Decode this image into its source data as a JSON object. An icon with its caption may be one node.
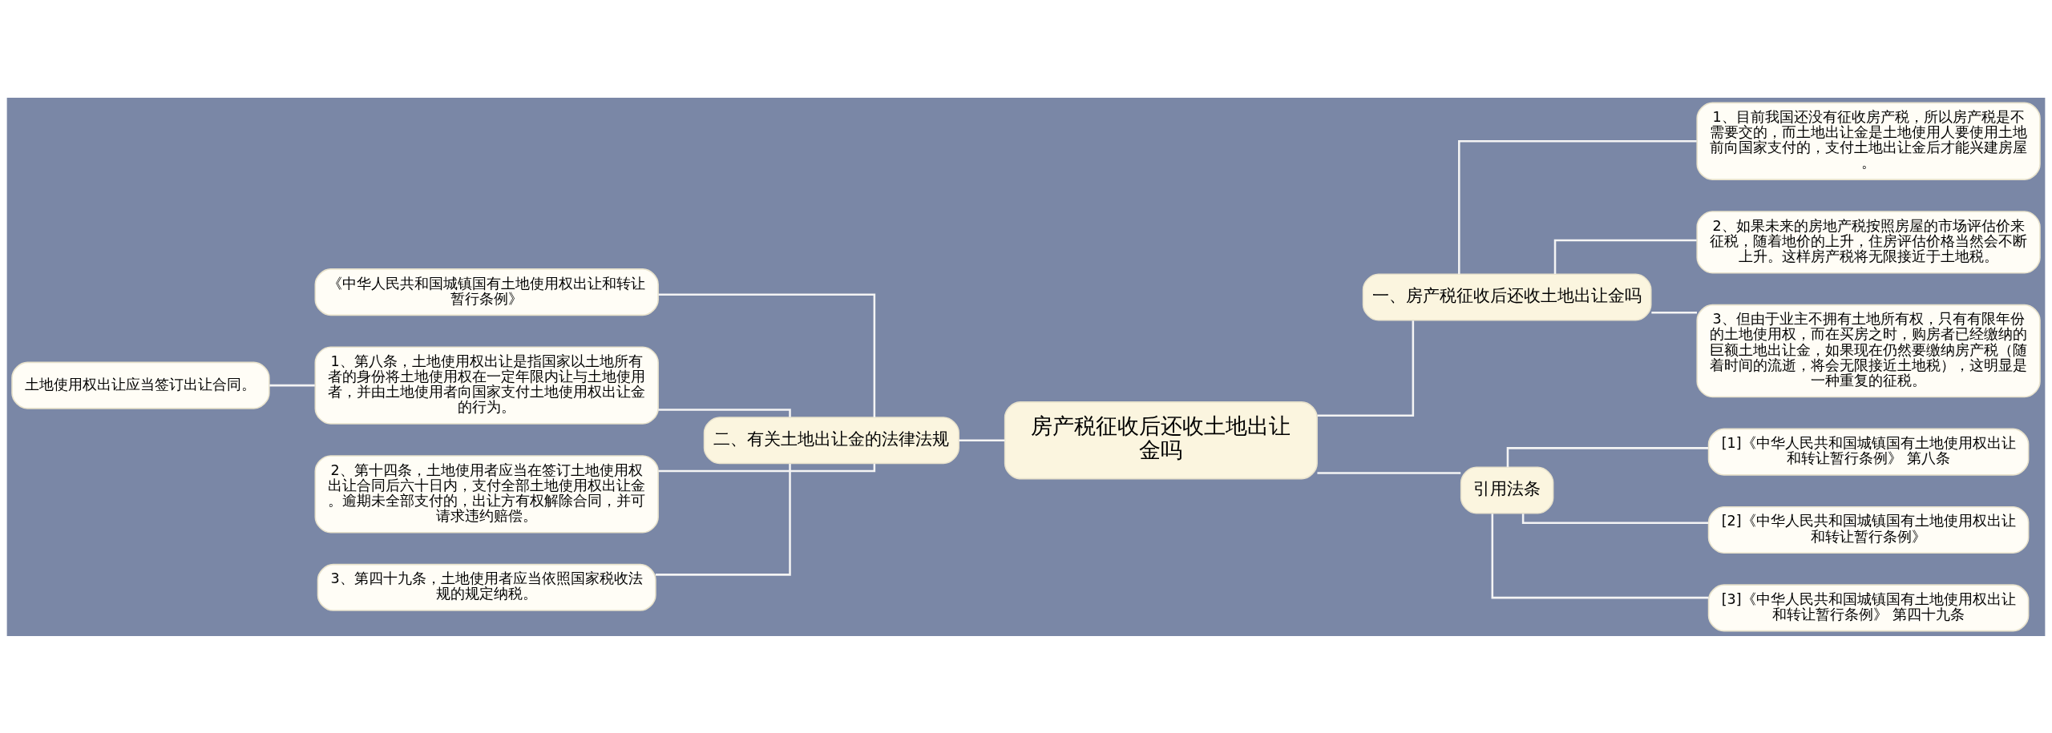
{
  "diagram": {
    "nodes": [
      {
        "text": [
          "房产税征收后还收土地出让金吗"
        ]
      },
      {
        "text": [
          "一、房产税征收后还收土地出让金吗"
        ]
      },
      {
        "text": [
          "1、目前我国还没有征收房产税，所以房产税是不需要交的，而土地出让金是土地使用人要使用土地前向国家支付的，支付土地出让金后才能兴建房屋。"
        ]
      },
      {
        "text": [
          "2、如果未来的房地产税按照房屋的市场评估价来征税，随着地价的上升，住房评估价格当然会不断上升。这样房产税将无限接近于土地税。"
        ]
      },
      {
        "text": [
          "3、但由于业主不拥有土地所有权，只有有限年份的土地使用权，而在买房之时，购房者已经缴纳的巨额土地出让金，如果现在仍然要缴纳房产税（随着时间的流逝，将会无限接近土地税），这明显是一种重复的征税。"
        ]
      },
      {
        "text": [
          "二、有关土地出让金的法律法规"
        ]
      },
      {
        "text": [
          "《中华人民共和国城镇国有土地使用权出让和转让暂行条例》"
        ]
      },
      {
        "text": [
          "1、第八条，土地使用权出让是指国家以土地所有者的身份将土地使用权在一定年限内让与土地使用者，并由土地使用者向国家支付土地使用权出让金的行为。"
        ]
      },
      {
        "text": [
          "土地使用权出让应当签订出让合同。"
        ]
      },
      {
        "text": [
          "2、第十四条，土地使用者应当在签订土地使用权出让合同后六十日内，支付全部土地使用权出让金。逾期未全部支付的，出让方有权解除合同，并可请求违约赔偿。"
        ]
      },
      {
        "text": [
          "3、第四十九条，土地使用者应当依照国家税收法规的规定纳税。"
        ]
      },
      {
        "text": [
          "引用法条"
        ]
      },
      {
        "text": [
          "[1]《中华人民共和国城镇国有土地使用权出让和转让暂行条例》 第八条"
        ]
      },
      {
        "text": [
          "[2]《中华人民共和国城镇国有土地使用权出让和转让暂行条例》"
        ]
      },
      {
        "text": [
          "[3]《中华人民共和国城镇国有土地使用权出让和转让暂行条例》 第四十九条"
        ]
      }
    ],
    "edges": [
      {
        "from": 0,
        "to": 1,
        "arrow": "none"
      },
      {
        "from": 1,
        "to": 2,
        "arrow": "none"
      },
      {
        "from": 1,
        "to": 3,
        "arrow": "none"
      },
      {
        "from": 1,
        "to": 4,
        "arrow": "none"
      },
      {
        "from": 0,
        "to": 5,
        "arrow": "none"
      },
      {
        "from": 5,
        "to": 6,
        "arrow": "none"
      },
      {
        "from": 5,
        "to": 7,
        "arrow": "none"
      },
      {
        "from": 7,
        "to": 8,
        "arrow": "none"
      },
      {
        "from": 5,
        "to": 9,
        "arrow": "none"
      },
      {
        "from": 5,
        "to": 10,
        "arrow": "none"
      },
      {
        "from": 0,
        "to": 11,
        "arrow": "none"
      },
      {
        "from": 11,
        "to": 12,
        "arrow": "none"
      },
      {
        "from": 11,
        "to": 13,
        "arrow": "none"
      },
      {
        "from": 11,
        "to": 14,
        "arrow": "none"
      }
    ]
  }
}
